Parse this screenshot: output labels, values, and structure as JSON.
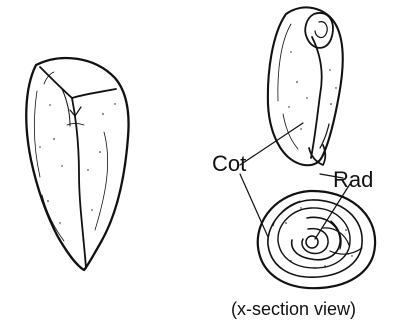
{
  "labels": {
    "cotyledon": "Cot",
    "radicle": "Rad",
    "section_view": "(x-section view)"
  },
  "colors": {
    "ink": "#111111",
    "background": "#ffffff"
  }
}
